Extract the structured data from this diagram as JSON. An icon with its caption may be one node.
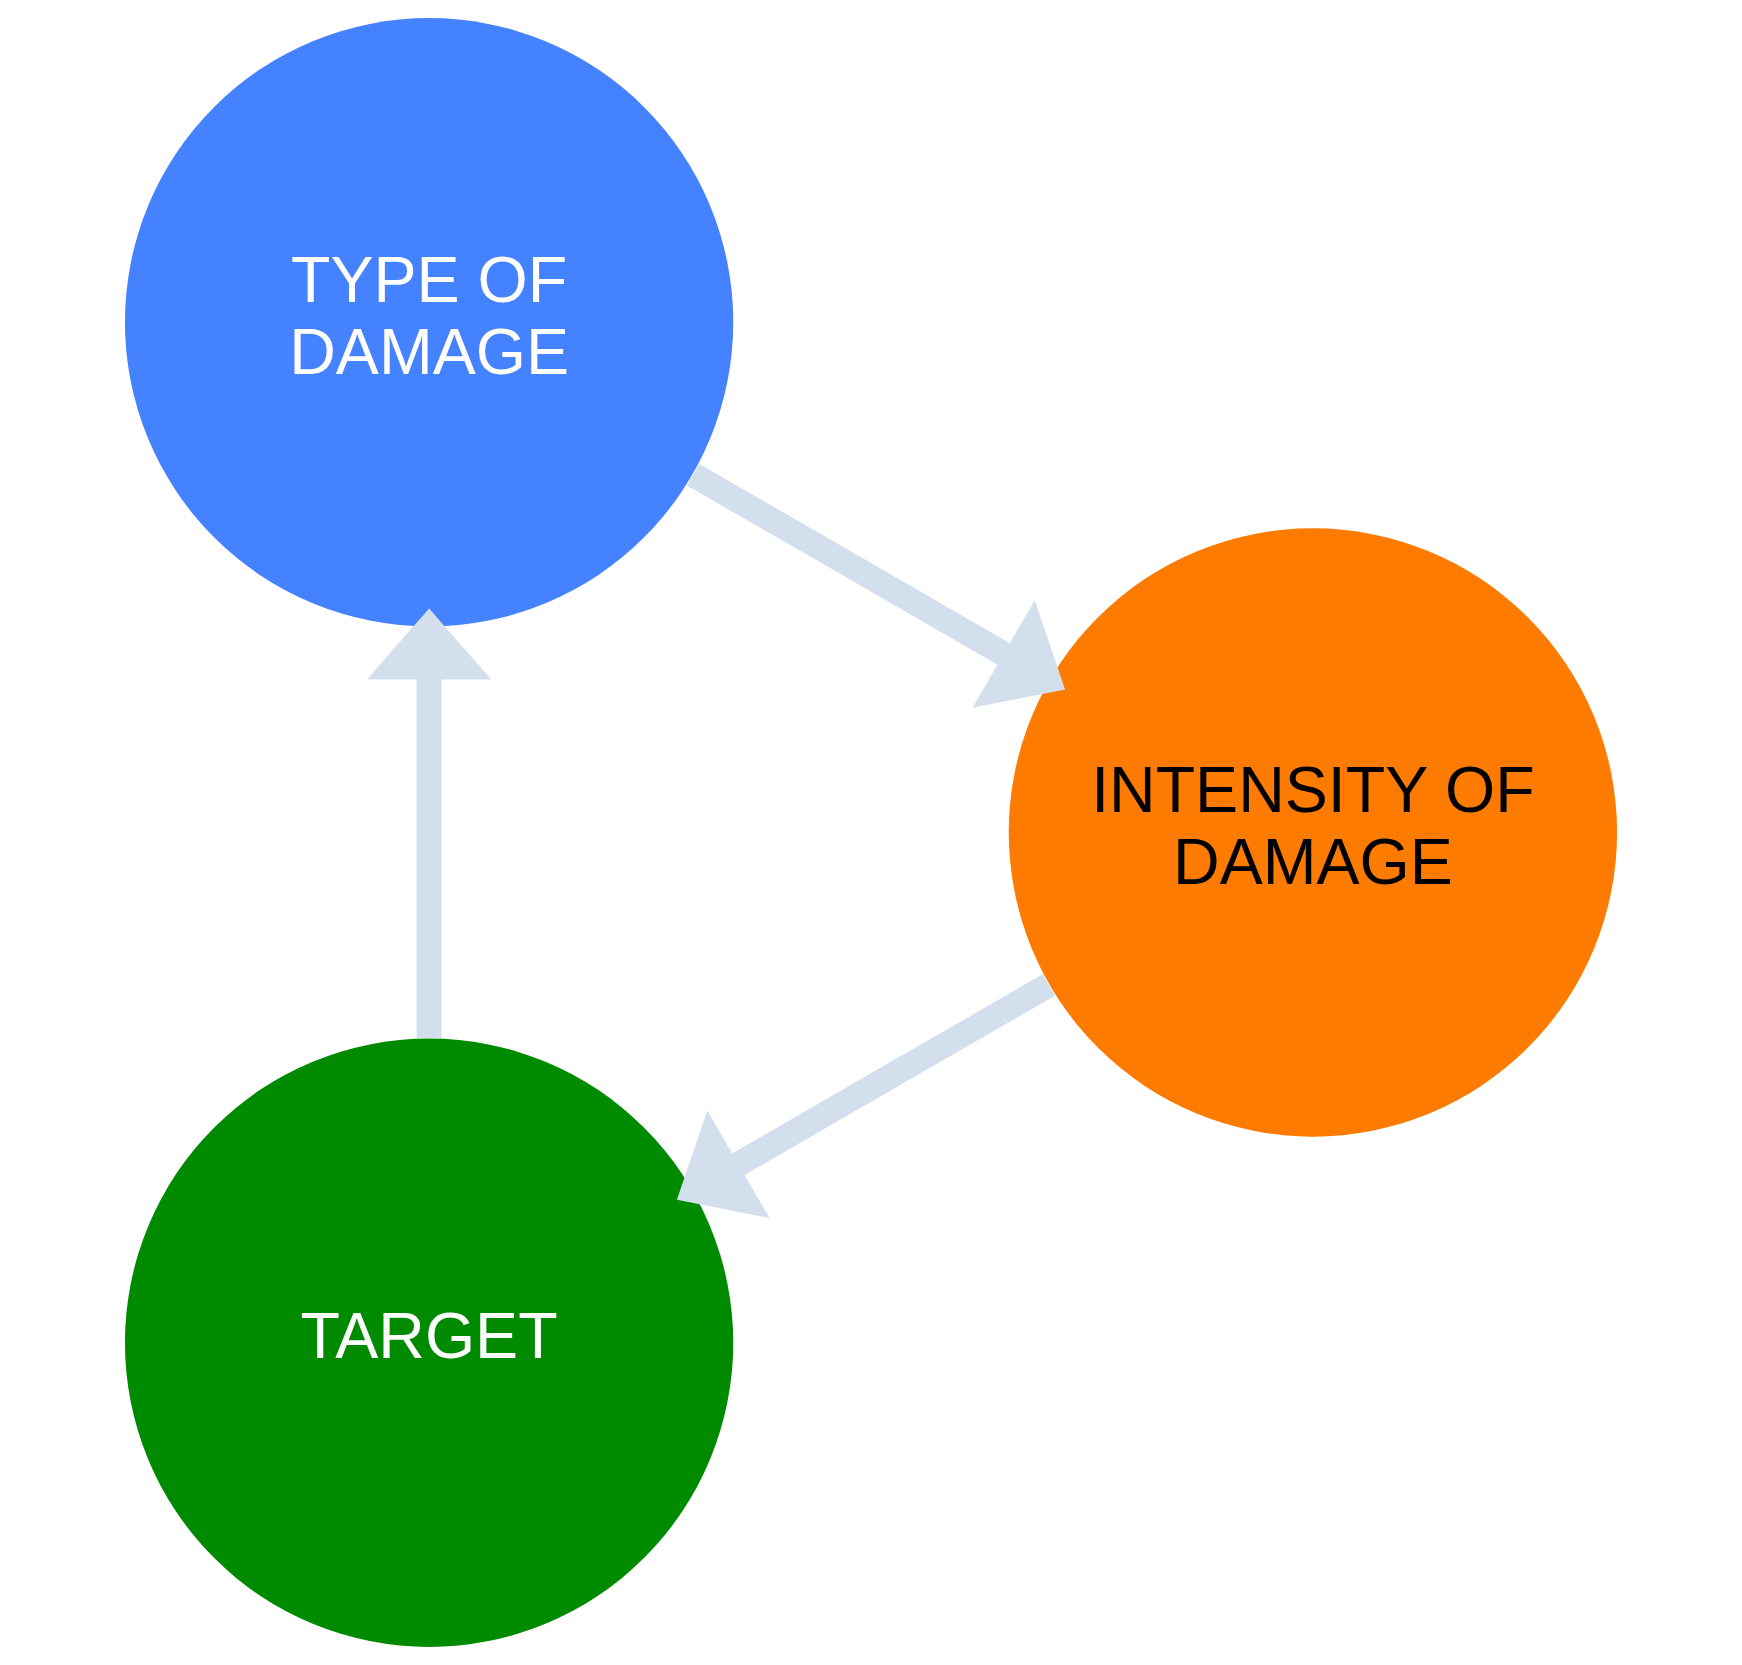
{
  "diagram": {
    "nodes": [
      {
        "text": [
          "TARGET"
        ]
      },
      {
        "text": [
          "TYPE OF DAMAGE"
        ]
      },
      {
        "text": [
          "INTENSITY OF DAMAGE"
        ]
      }
    ],
    "edges": [
      {
        "from": 0,
        "to": 1,
        "arrow": "to"
      },
      {
        "from": 1,
        "to": 2,
        "arrow": "to"
      },
      {
        "from": 2,
        "to": 0,
        "arrow": "to"
      }
    ]
  }
}
